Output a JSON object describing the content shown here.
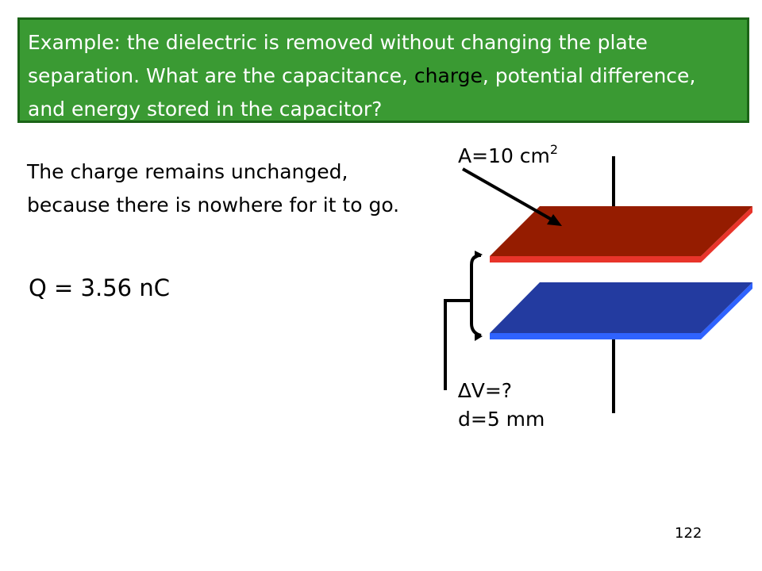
{
  "banner": {
    "text_before": "Example: the dielectric is removed without changing the plate separation. What are the capacitance, ",
    "highlight": "charge",
    "text_after": ", potential difference, and energy stored in the capacitor?"
  },
  "body": {
    "explanation": "The charge remains unchanged, because there is nowhere for it to go."
  },
  "equation": {
    "text": "Q = 3.56 nC"
  },
  "diagram": {
    "area_label": "A=10 cm",
    "area_exponent": "2",
    "voltage_label": "∆V=?",
    "separation_label": "d=5 mm",
    "top_plate_color": "#951c00",
    "bottom_plate_color": "#233ba0",
    "top_plate_edge_color": "#e8342a",
    "bottom_plate_edge_color": "#2f63ff"
  },
  "footer": {
    "page_number": "122"
  }
}
